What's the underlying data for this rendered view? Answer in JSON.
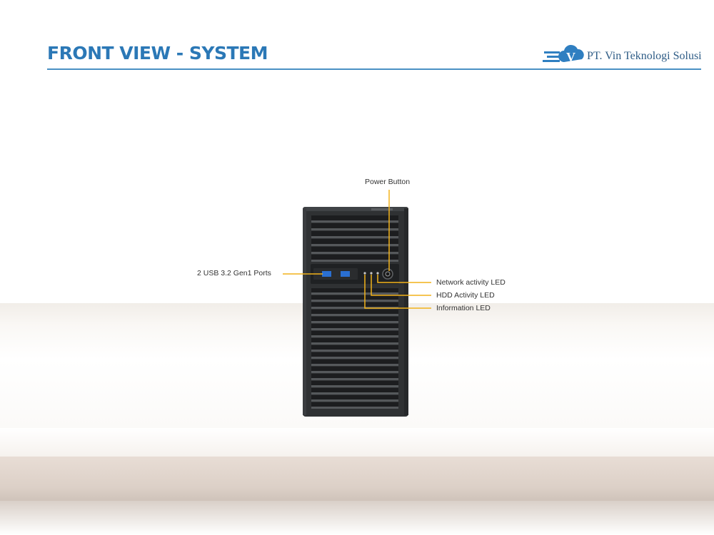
{
  "header": {
    "title": "FRONT VIEW - SYSTEM",
    "logo_text": "PT. Vin Teknologi Solusi"
  },
  "callouts": {
    "power_button": "Power Button",
    "usb_ports": "2 USB 3.2 Gen1 Ports",
    "network_led": "Network activity LED",
    "hdd_led": "HDD Activity LED",
    "info_led": "Information LED"
  },
  "colors": {
    "title": "#2b78b6",
    "callout_line": "#f2b21a",
    "chassis": "#2f3133",
    "usb_port": "#2a6fd1"
  }
}
